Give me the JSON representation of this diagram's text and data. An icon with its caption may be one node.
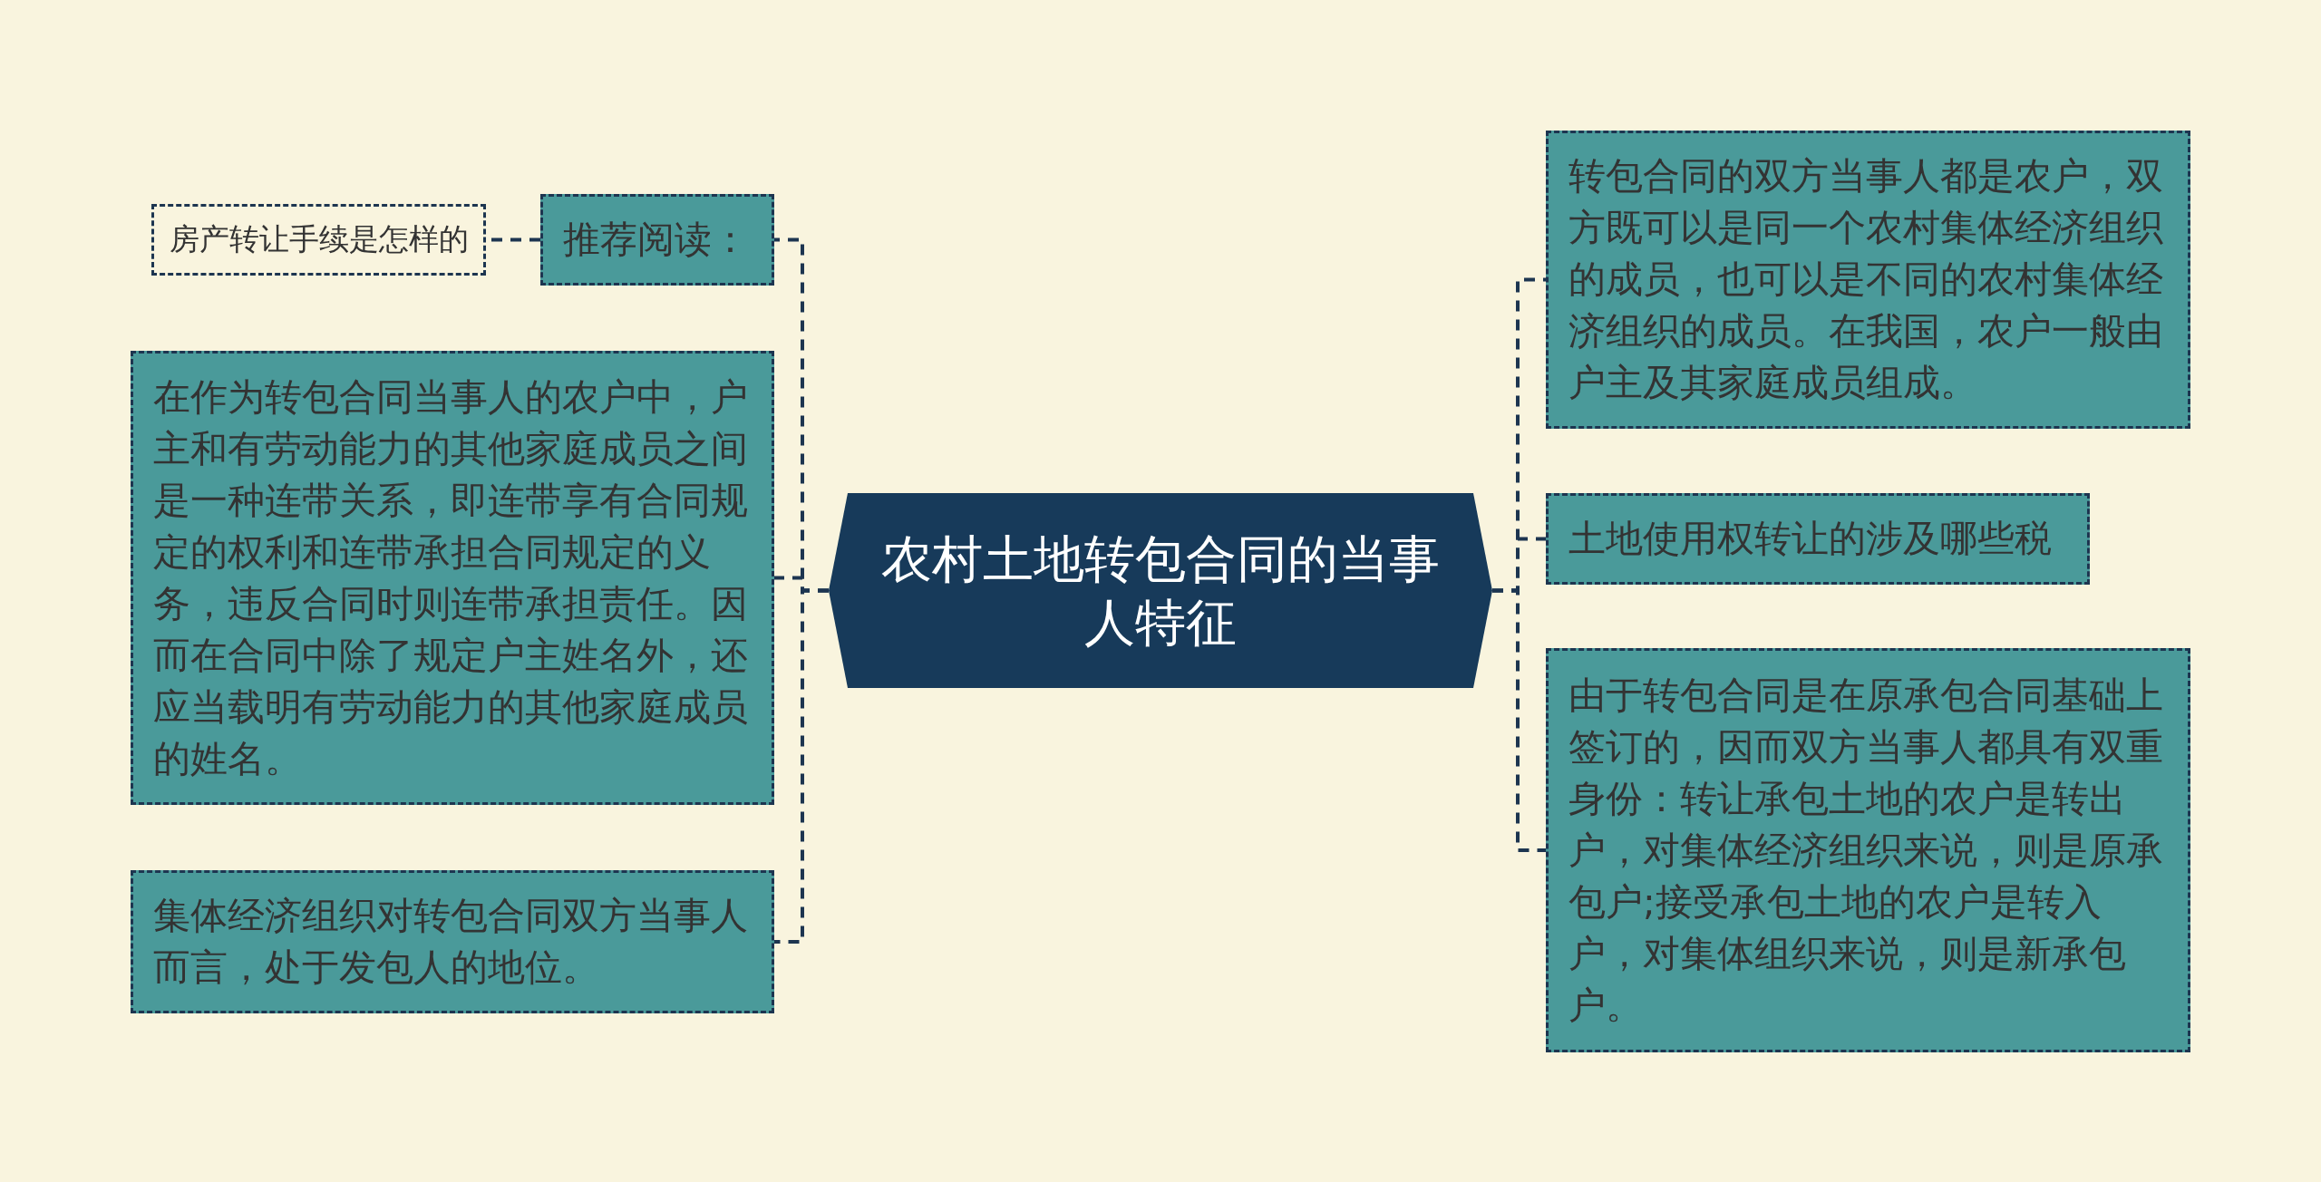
{
  "diagram": {
    "nodes": [
      {
        "text": [
          "农村土地转包合同的当事人特征"
        ]
      },
      {
        "text": [
          "推荐阅读："
        ]
      },
      {
        "text": [
          "房产转让手续是怎样的"
        ]
      },
      {
        "text": [
          "在作为转包合同当事人的农户中，户主和有劳动能力的其他家庭成员之间是一种连带关系，即连带享有合同规定的权利和连带承担合同规定的义务，违反合同时则连带承担责任。因而在合同中除了规定户主姓名外，还应当载明有劳动能力的其他家庭成员的姓名。"
        ]
      },
      {
        "text": [
          "集体经济组织对转包合同双方当事人而言，处于发包人的地位。"
        ]
      },
      {
        "text": [
          "转包合同的双方当事人都是农户，双方既可以是同一个农村集体经济组织的成员，也可以是不同的农村集体经济组织的成员。在我国，农户一般由户主及其家庭成员组成。"
        ]
      },
      {
        "text": [
          "土地使用权转让的涉及哪些税"
        ]
      },
      {
        "text": [
          "由于转包合同是在原承包合同基础上签订的，因而双方当事人都具有双重身份：转让承包土地的农户是转出户，对集体经济组织来说，则是原承包户;接受承包土地的农户是转入户，对集体组织来说，则是新承包户。"
        ]
      }
    ],
    "edges": [
      {
        "from": 0,
        "to": 1,
        "arrow": "none"
      },
      {
        "from": 1,
        "to": 2,
        "arrow": "none"
      },
      {
        "from": 0,
        "to": 3,
        "arrow": "none"
      },
      {
        "from": 0,
        "to": 4,
        "arrow": "none"
      },
      {
        "from": 0,
        "to": 5,
        "arrow": "none"
      },
      {
        "from": 0,
        "to": 6,
        "arrow": "none"
      },
      {
        "from": 0,
        "to": 7,
        "arrow": "none"
      }
    ]
  }
}
